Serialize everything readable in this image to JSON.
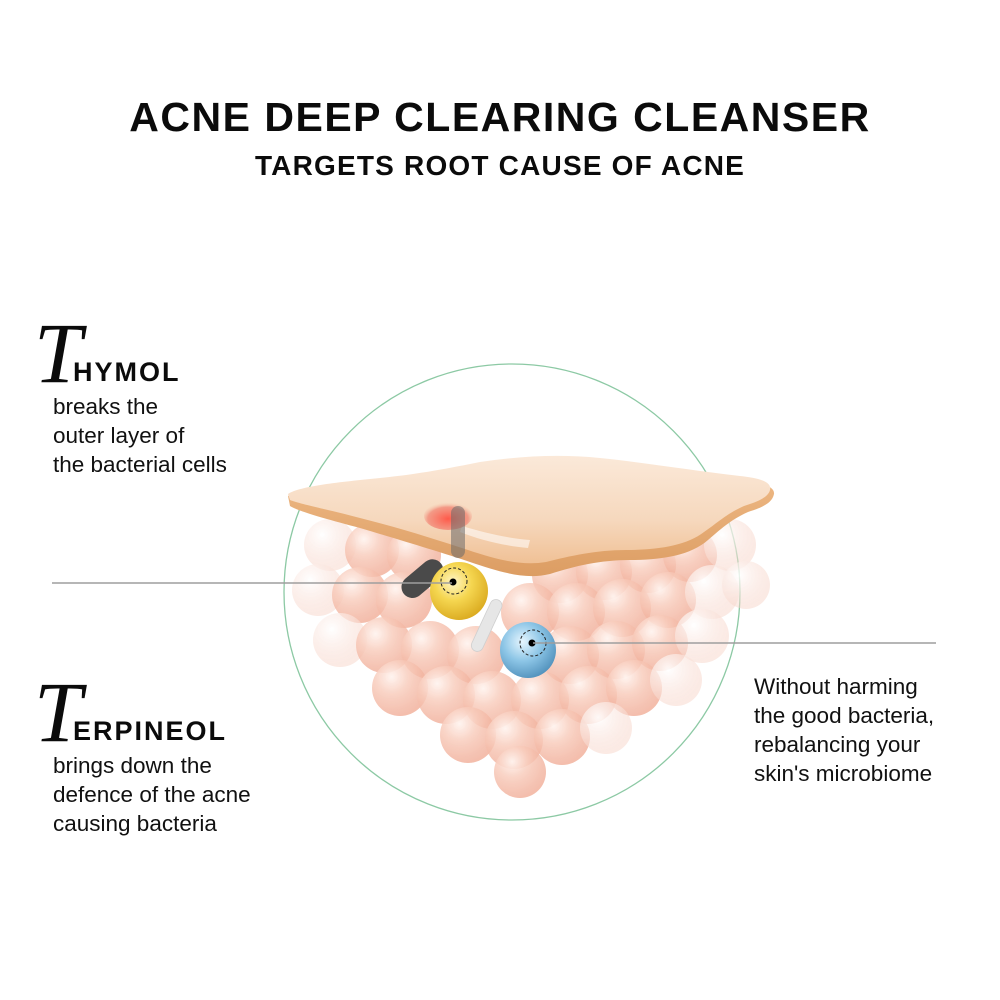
{
  "header": {
    "title": "ACNE DEEP CLEARING CLEANSER",
    "subtitle": "TARGETS ROOT CAUSE OF ACNE"
  },
  "ingredients": [
    {
      "drop_cap": "T",
      "name_rest": "HYMOL",
      "name": "THYMOL",
      "description_lines": [
        "breaks the",
        "outer layer of",
        "the bacterial cells"
      ]
    },
    {
      "drop_cap": "T",
      "name_rest": "ERPINEOL",
      "name": "TERPINEOL",
      "description_lines": [
        "brings down the",
        "defence of the acne",
        "causing bacteria"
      ]
    }
  ],
  "right_note": {
    "lines": [
      "Without harming",
      "the good bacteria,",
      "rebalancing your",
      "skin's microbiome"
    ]
  },
  "diagram": {
    "circle_color": "#8cc9a4",
    "leader_line_color": "#a8a8a8",
    "skin_color": "#f2c497",
    "skin_edge_color": "#e3a46a",
    "cell_color": "#f4b9a6",
    "blemish_color": "#e2453c",
    "acne_bacteria_color": "#f2cf45",
    "good_bacteria_color": "#7fb6da",
    "dark_bacteria_color": "#4a4a4a",
    "light_bacteria_color": "#e6e6e6",
    "callouts": [
      {
        "target": "acne-bacteria",
        "label_ref": "THYMOL"
      },
      {
        "target": "good-bacteria",
        "label_ref": "right_note"
      }
    ]
  }
}
